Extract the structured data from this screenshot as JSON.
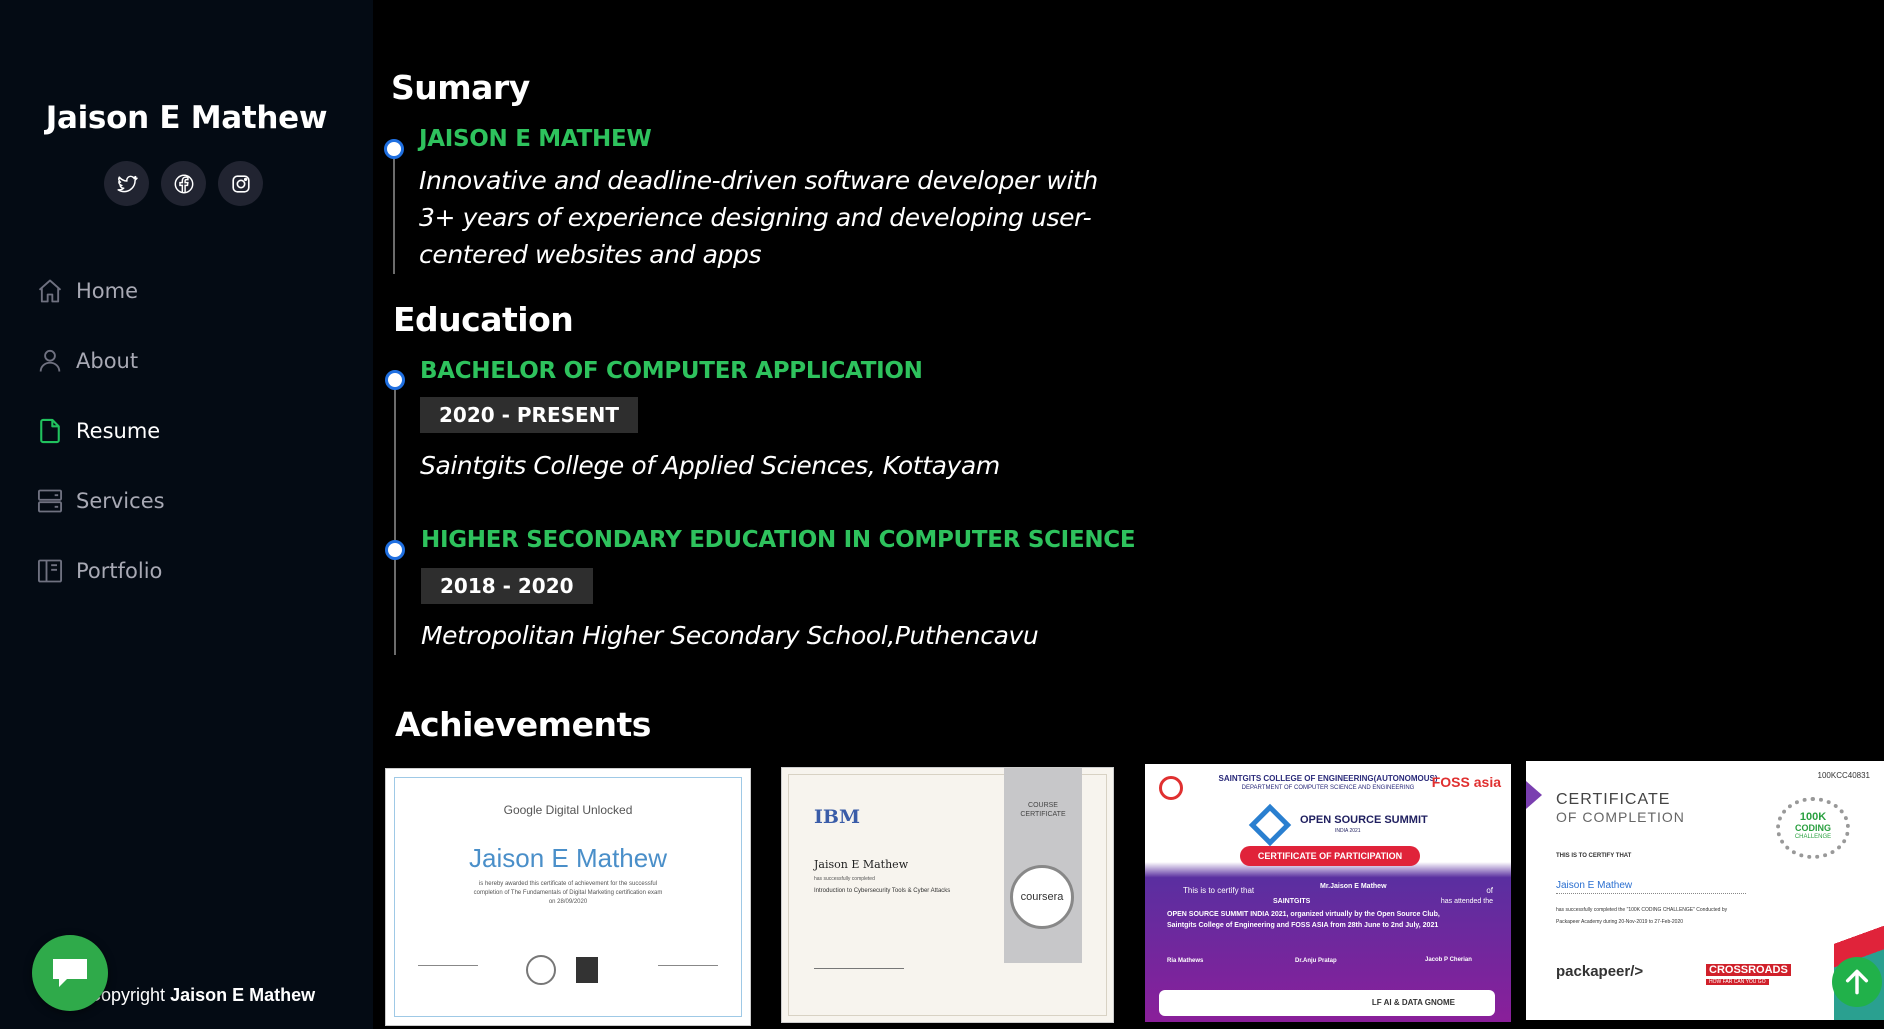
{
  "profile": {
    "name": "Jaison E Mathew"
  },
  "socials": [
    {
      "icon": "twitter-icon"
    },
    {
      "icon": "facebook-icon"
    },
    {
      "icon": "instagram-icon"
    }
  ],
  "nav": [
    {
      "label": "Home",
      "icon": "home-icon",
      "active": false
    },
    {
      "label": "About",
      "icon": "user-icon",
      "active": false
    },
    {
      "label": "Resume",
      "icon": "file-icon",
      "active": true
    },
    {
      "label": "Services",
      "icon": "server-icon",
      "active": false
    },
    {
      "label": "Portfolio",
      "icon": "book-icon",
      "active": false
    }
  ],
  "footer": {
    "prefix": "Copyright",
    "name": "Jaison E Mathew"
  },
  "summary": {
    "heading": "Sumary",
    "name": "JAISON E MATHEW",
    "text": "Innovative and deadline-driven software developer with 3+ years of experience designing and developing user-centered websites and apps"
  },
  "education": {
    "heading": "Education",
    "items": [
      {
        "title": "BACHELOR OF COMPUTER APPLICATION",
        "dates": "2020 - PRESENT",
        "school": "Saintgits College of Applied Sciences, Kottayam"
      },
      {
        "title": "HIGHER SECONDARY EDUCATION IN COMPUTER SCIENCE",
        "dates": "2018 - 2020",
        "school": "Metropolitan Higher Secondary School,Puthencavu"
      }
    ]
  },
  "achievements": {
    "heading": "Achievements",
    "certs": [
      {
        "brand": "Google Digital Unlocked",
        "name": "Jaison E Mathew",
        "line1": "is hereby awarded this certificate of achievement for the successful",
        "line2": "completion of The Fundamentals of Digital Marketing certification exam",
        "line3": "on 28/09/2020"
      },
      {
        "brand": "IBM",
        "badge1": "COURSE",
        "badge2": "CERTIFICATE",
        "name": "Jaison E Mathew",
        "line1": "has successfully completed",
        "line2": "Introduction to Cybersecurity Tools & Cyber Attacks",
        "seal": "coursera"
      },
      {
        "header1": "SAINTGITS COLLEGE OF ENGINEERING(AUTONOMOUS)",
        "header2": "DEPARTMENT OF COMPUTER SCIENCE AND ENGINEERING",
        "foss": "FOSS asia",
        "event": "OPEN SOURCE SUMMIT",
        "event_sub": "INDIA 2021",
        "ribbon": "CERTIFICATE OF PARTICIPATION",
        "certify": "This is to certify that",
        "recipient": "Mr.Jaison E Mathew",
        "of": "of",
        "institute": "SAINTGITS",
        "attended": "has attended the",
        "body1": "OPEN SOURCE SUMMIT INDIA 2021, organized virtually by the Open Source Club,",
        "body2": "Saintgits College of Engineering and FOSS ASIA from 28th June to 2nd July, 2021",
        "sig1": "Ria Mathews",
        "sig2": "Dr.Anju Pratap",
        "sig3": "Jacob P Cherian",
        "sponsors": "LF AI & DATA   GNOME"
      },
      {
        "code": "100KCC40831",
        "title1": "CERTIFICATE",
        "title2": "OF COMPLETION",
        "certify": "THIS IS TO CERTIFY THAT",
        "name": "Jaison E Mathew",
        "line1": "has successfully completed the \"100K CODING CHALLENGE\" Conducted by",
        "line2": "Packapeer Academy during 20-Nov-2019 to 27-Feb-2020",
        "laurel1": "100K",
        "laurel2": "CODING",
        "laurel3": "CHALLENGE",
        "logo1": "packapeer/>",
        "logo2": "CROSSROADS",
        "logo2_sub": "HOW FAR CAN YOU GO"
      }
    ]
  }
}
